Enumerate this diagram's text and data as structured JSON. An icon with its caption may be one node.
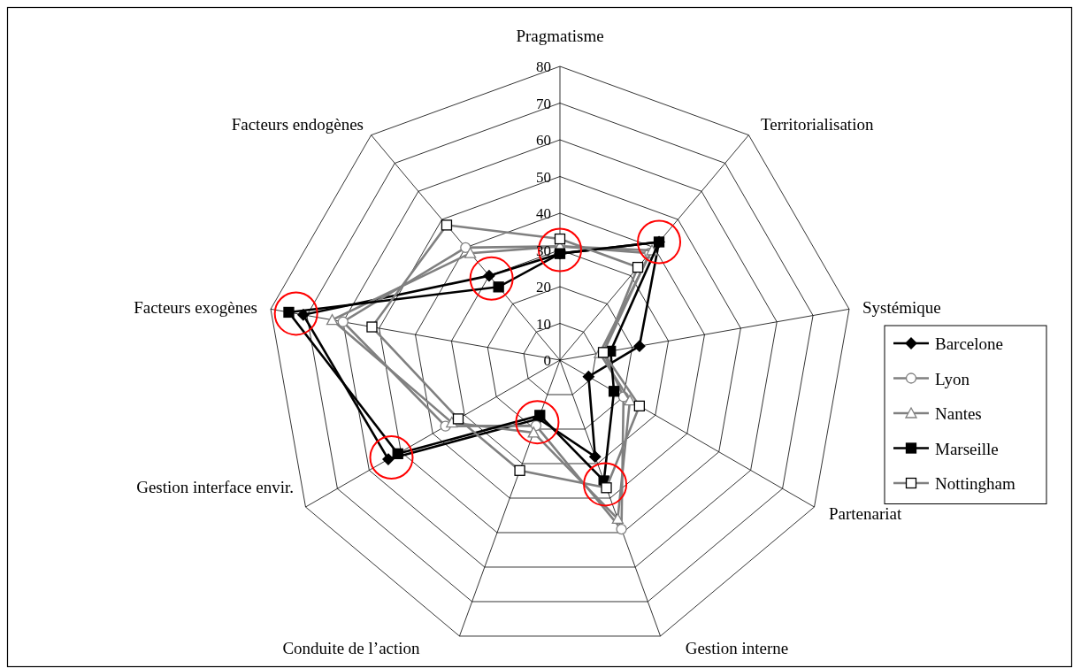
{
  "diagram": {
    "labels": [
      "Pragmatisme",
      "80",
      "70",
      "Facteurs endogènes",
      "Territorialisation",
      "60",
      "50",
      "40",
      "30",
      "20",
      "Facteurs exogènes",
      "Systémique",
      "10",
      "0",
      "Gestion interface envir.",
      "Partenariat",
      "Conduite de l’action",
      "Gestion interne"
    ],
    "legend": [
      {
        "text": "Barcelone"
      },
      {
        "text": "Lyon"
      },
      {
        "text": "Nantes"
      },
      {
        "text": "Marseille"
      },
      {
        "text": "Nottingham"
      }
    ]
  }
}
